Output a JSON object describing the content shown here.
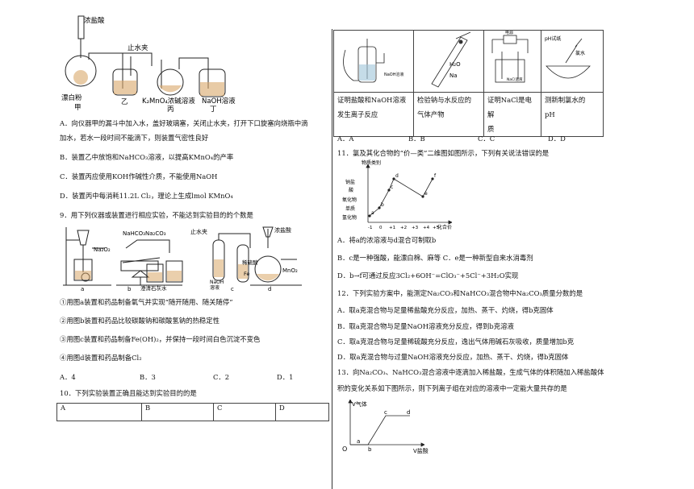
{
  "left": {
    "apparatus1": {
      "label_acid": "浓盐酸",
      "label_clamp": "止水夹",
      "label_powder": "漂白粉",
      "label_jia": "甲",
      "label_yi": "乙",
      "label_bing_reagent": "K₂MnO₄浓碱溶液",
      "label_bing": "丙",
      "label_naoh": "NaOH溶液",
      "label_ding": "丁"
    },
    "q8_options": [
      "A．向仪器甲的漏斗中加入水，盖好玻璃塞，关闭止水夹，打开下口旋塞向烧瓶中滴",
      "加水，若水一段时间不能滴下，则装置气密性良好",
      "B．装置乙中放饱和NaHCO₃溶液，以提高KMnO₄的产率",
      "C．装置丙应使用KOH作碱性介质，不能使用NaOH",
      "D．装置丙中每消耗11.2L Cl₂，理论上生成lmol KMnO₄"
    ],
    "q9_stem": "9．用下列仪器或装置进行相应实验，不能达到实验目的的个数是",
    "apparatus2": {
      "na2o2": "Na₂O₂",
      "nahco3": "NaHCO₃",
      "na2co3": "Na₂CO₃",
      "limewater": "澄清石灰水",
      "clamp": "止水夹",
      "naoh": "NaOH",
      "solution": "溶液",
      "dilute_h2so4": "稀硫酸",
      "fe": "Fe",
      "conc_hcl": "浓盐酸",
      "mno2": "MnO₂",
      "a": "a",
      "b": "b",
      "c": "c",
      "d": "d"
    },
    "q9_items": [
      "①用图a装置和药品制备氧气并实现“随开随用、随关随停”",
      "②用图b装置和药品比较碳酸钠和碳酸氢钠的热稳定性",
      "③用图c装置和药品制备Fe(OH)₂，并保持一段时间白色沉淀不变色",
      "④用图d装置和药品制备Cl₂"
    ],
    "q9_choices": [
      "A．4",
      "B．3",
      "C．2",
      "D．1"
    ],
    "q10_stem": "10．下列实验装置正确且能达到实验目的的是",
    "q10_headers": [
      "A",
      "B",
      "C",
      "D"
    ]
  },
  "right": {
    "q10_images": {
      "naoh_solution": "NaOH溶液",
      "h2o": "H₂O",
      "na": "Na",
      "power": "电源",
      "nacl_solution": "NaCl溶液",
      "ph_paper": "pH试纸",
      "chlorine_water": "氯水"
    },
    "q10_captions": [
      [
        "证明盐酸和NaOH溶液",
        "发生离子反应"
      ],
      [
        "检验钠与水反应的",
        "气体产物"
      ],
      [
        "证明NaCl是电解",
        "质"
      ],
      [
        "测新制氯水的",
        "pH"
      ]
    ],
    "q10_choices": [
      "A．A",
      "B．B",
      "C．C",
      "D．D"
    ],
    "q11_stem": "11．氯及其化合物的“价—类”二维图如图所示，下列有关说法错误的是",
    "q11_chart": {
      "y_title": "物质类别",
      "y_categories": [
        "钠盐",
        "酸",
        "氧化物",
        "单质",
        "氢化物"
      ],
      "x_title": "化合价",
      "x_ticks": [
        "-1",
        "0",
        "+1",
        "+2",
        "+3",
        "+4",
        "+5"
      ],
      "points": [
        "a",
        "b",
        "c",
        "d",
        "e",
        "f"
      ]
    },
    "q11_options": [
      "A．将a的浓溶液与d混合可制取b",
      "B．c是一种强酸，能漂白棉、麻等  C．e是一种新型自来水消毒剂",
      "D．b→f可通过反应3Cl₂+6OH⁻=ClO₃⁻+5Cl⁻+3H₂O实现"
    ],
    "q12_stem": "12．下列实验方案中，能测定Na₂CO₃和NaHCO₃混合物中Na₂CO₃质量分数的是",
    "q12_options": [
      "A．取a克混合物与足量稀盐酸充分反应，加热、蒸干、灼烧，得b克固体",
      "B．取a克混合物与足量NaOH溶液充分反应，得到b克溶液",
      "C．取a克混合物与足量稀硫酸充分反应，逸出气体用碱石灰吸收，质量增加b克",
      "D．取a克混合物与过量NaOH溶液充分反应，加热、蒸干、灼烧，得b克固体"
    ],
    "q13_stem": [
      "13．向Na₂CO₃、NaHCO₃混合溶液中逐滴加入稀盐酸，生成气体的体积随加入稀盐酸体",
      "积的变化关系如下图所示，则下列离子组在对应的溶液中一定能大量共存的是"
    ],
    "q13_chart": {
      "y_label": "V气体",
      "x_label": "V盐酸",
      "origin": "O",
      "points": [
        "a",
        "b",
        "c",
        "d"
      ]
    }
  }
}
